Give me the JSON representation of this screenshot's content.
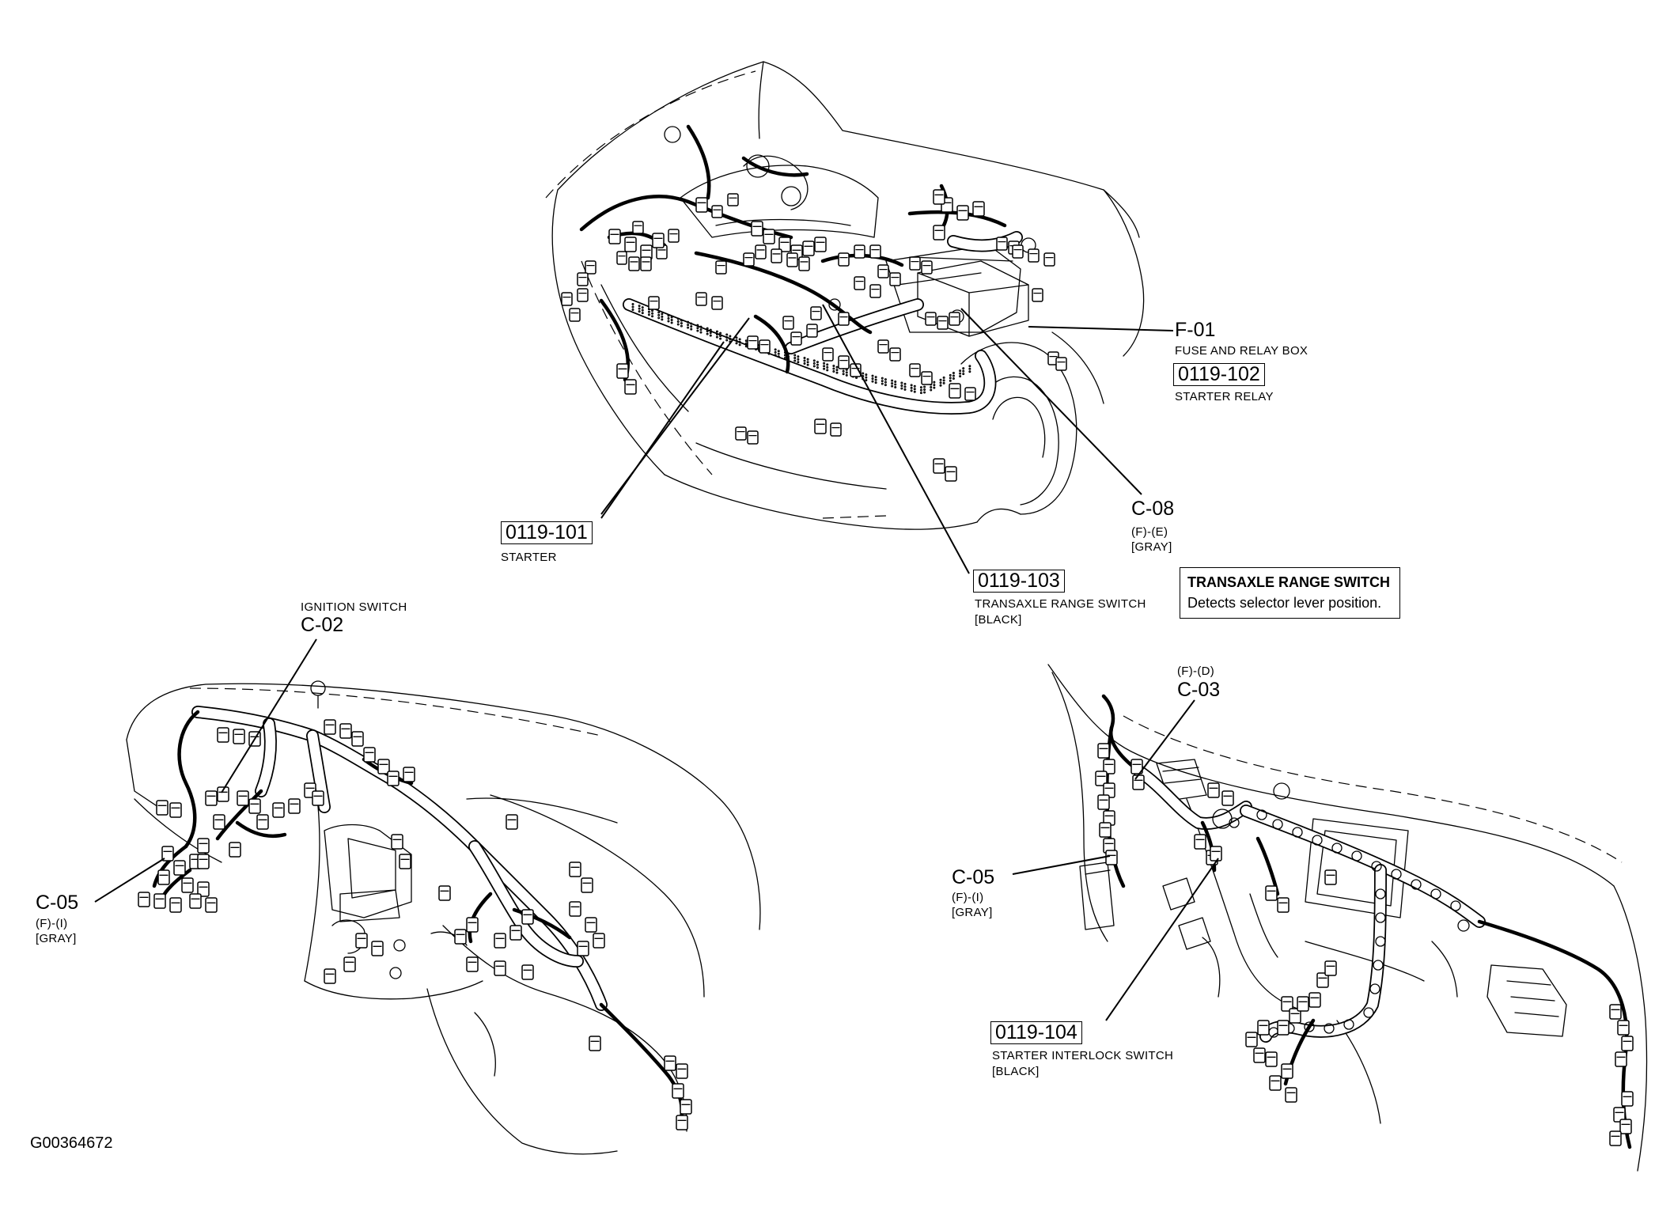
{
  "figure_id": "G00364672",
  "callouts": {
    "f01": {
      "code": "F-01",
      "name": "FUSE AND RELAY BOX"
    },
    "r102": {
      "code": "0119-102",
      "name": "STARTER RELAY"
    },
    "r101": {
      "code": "0119-101",
      "name": "STARTER"
    },
    "c08": {
      "code": "C-08",
      "pin": "(F)-(E)",
      "color": "[GRAY]"
    },
    "r103": {
      "code": "0119-103",
      "name": "TRANSAXLE RANGE SWITCH",
      "color": "[BLACK]"
    },
    "c02": {
      "name": "IGNITION SWITCH",
      "code": "C-02"
    },
    "c05_left": {
      "code": "C-05",
      "pin": "(F)-(I)",
      "color": "[GRAY]"
    },
    "c03": {
      "pin": "(F)-(D)",
      "code": "C-03"
    },
    "c05_right": {
      "code": "C-05",
      "pin": "(F)-(I)",
      "color": "[GRAY]"
    },
    "r104": {
      "code": "0119-104",
      "name": "STARTER INTERLOCK SWITCH",
      "color": "[BLACK]"
    }
  },
  "note": {
    "title": "TRANSAXLE RANGE SWITCH",
    "text": "Detects selector lever position."
  }
}
